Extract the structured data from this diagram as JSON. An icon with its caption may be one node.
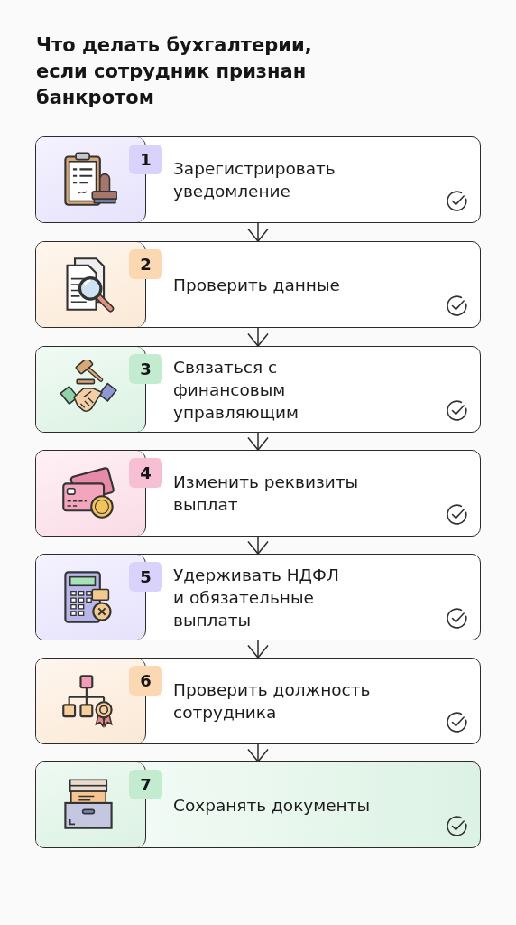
{
  "diagram": {
    "title": "Что делать бухгалтерии, если сотрудник признан банкротом",
    "nodes": [
      {
        "text": [
          "Зарегистрировать уведомление"
        ]
      },
      {
        "text": [
          "1"
        ],
        "in": 0
      },
      {
        "text": [
          "Проверить данные"
        ]
      },
      {
        "text": [
          "2"
        ],
        "in": 2
      },
      {
        "text": [
          "Связаться с финансовым управляющим"
        ]
      },
      {
        "text": [
          "3"
        ],
        "in": 4
      },
      {
        "text": [
          "Изменить реквизиты выплат"
        ]
      },
      {
        "text": [
          "4"
        ],
        "in": 6
      },
      {
        "text": [
          "Удерживать НДФЛ и обязательные выплаты"
        ]
      },
      {
        "text": [
          "5"
        ],
        "in": 8
      },
      {
        "text": [
          "Проверить должность сотрудника"
        ]
      },
      {
        "text": [
          "6"
        ],
        "in": 10
      },
      {
        "text": [
          "Сохранять документы"
        ]
      },
      {
        "text": [
          "7"
        ],
        "in": 12
      }
    ],
    "edges": [
      {
        "from": 0,
        "to": 2,
        "arrow": "to"
      },
      {
        "from": 2,
        "to": 4,
        "arrow": "to"
      },
      {
        "from": 4,
        "to": 6,
        "arrow": "to"
      },
      {
        "from": 6,
        "to": 8,
        "arrow": "to"
      },
      {
        "from": 8,
        "to": 10,
        "arrow": "to"
      },
      {
        "from": 10,
        "to": 12,
        "arrow": "to"
      }
    ]
  }
}
